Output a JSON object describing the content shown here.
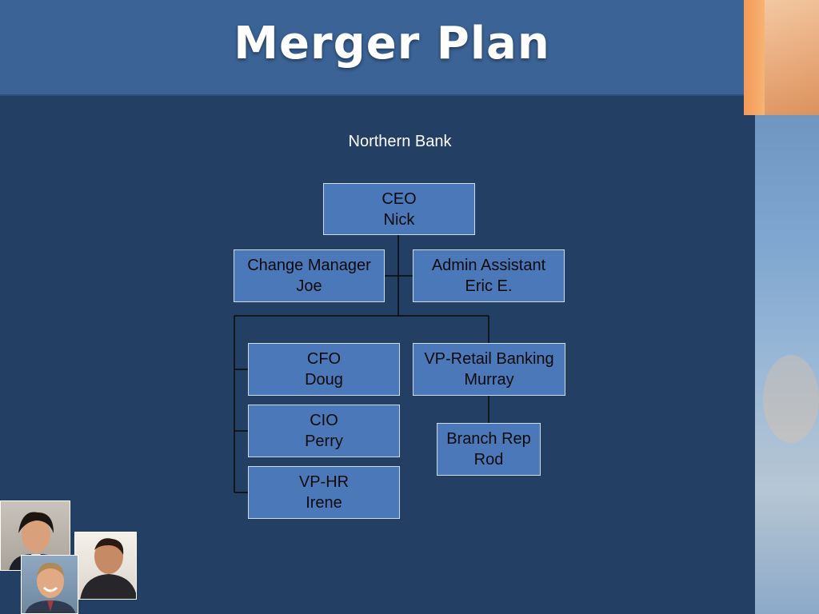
{
  "title": "Merger Plan",
  "org": {
    "name": "Northern Bank",
    "ceo": {
      "role": "CEO",
      "name": "Nick"
    },
    "change_manager": {
      "role": "Change Manager",
      "name": "Joe"
    },
    "admin_assistant": {
      "role": "Admin Assistant",
      "name": "Eric E."
    },
    "cfo": {
      "role": "CFO",
      "name": "Doug"
    },
    "cio": {
      "role": "CIO",
      "name": "Perry"
    },
    "vp_hr": {
      "role": "VP-HR",
      "name": "Irene"
    },
    "vp_retail": {
      "role": "VP-Retail Banking",
      "name": "Murray"
    },
    "branch_rep": {
      "role": "Branch Rep",
      "name": "Rod"
    }
  },
  "colors": {
    "background": "#233f63",
    "title_bar": "#3b6396",
    "box_fill": "#4a78b8",
    "box_border": "#cfdcf0",
    "accent": "#f29a55"
  },
  "images": [
    "businesswoman-photo",
    "businessman-smiling-photo",
    "businessman-back-photo"
  ]
}
